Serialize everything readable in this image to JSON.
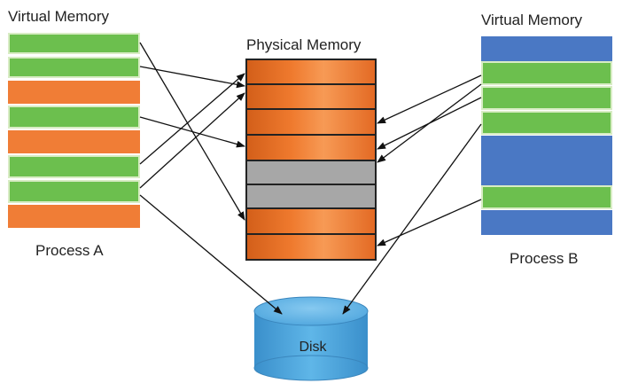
{
  "labels": {
    "virtual_memory_left": "Virtual Memory",
    "virtual_memory_right": "Virtual Memory",
    "physical_memory": "Physical Memory",
    "process_a": "Process A",
    "process_b": "Process B",
    "disk": "Disk"
  },
  "process_a_pages": [
    "green",
    "green",
    "orange",
    "green",
    "orange",
    "green",
    "green",
    "orange"
  ],
  "physical_frames": [
    "orange",
    "orange",
    "orange",
    "orange",
    "gray",
    "gray",
    "orange",
    "orange"
  ],
  "process_b_pages": [
    "blue",
    "green",
    "green",
    "green",
    "blue",
    "blue",
    "green",
    "blue"
  ],
  "colors": {
    "orange": "#f07d36",
    "green": "#6cbf4e",
    "blue": "#4a78c4",
    "gray": "#a9a9a9",
    "disk": "#4aa3dc"
  }
}
